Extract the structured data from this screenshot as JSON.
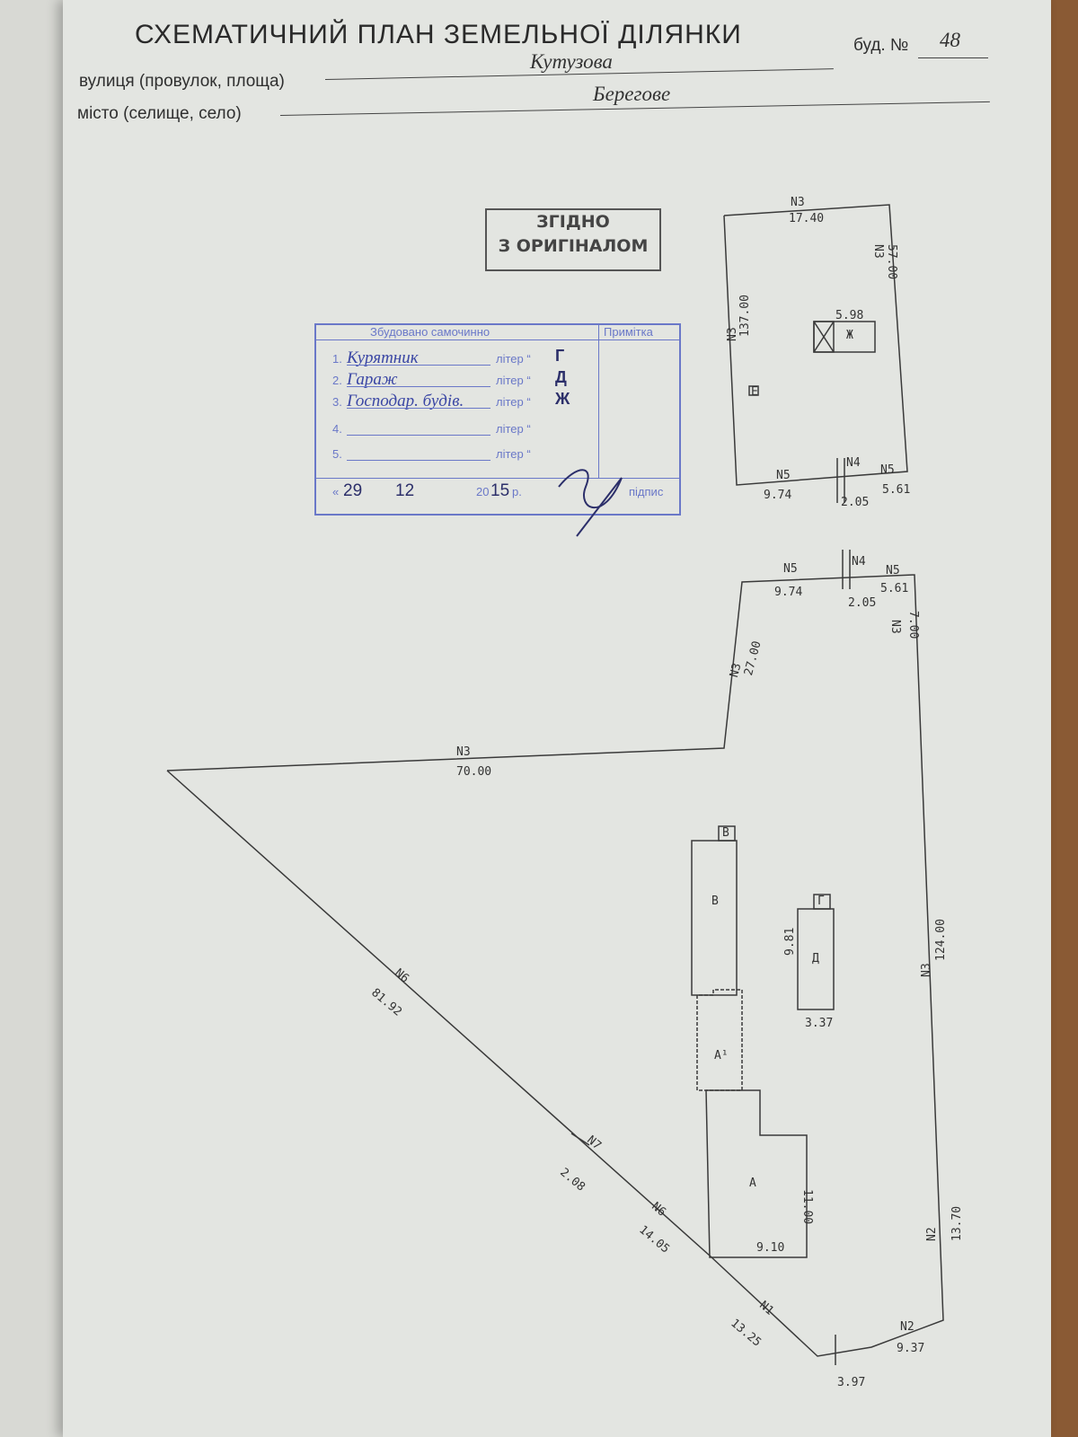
{
  "header": {
    "title": "СХЕМАТИЧНИЙ ПЛАН ЗЕМЕЛЬНОЇ ДІЛЯНКИ",
    "building_label": "буд. №",
    "building_number": "48",
    "street_label": "вулиця (провулок, площа)",
    "street_value": "Кутузова",
    "city_label": "місто (селище, село)",
    "city_value": "Берегове"
  },
  "stamp_original": {
    "line1": "ЗГІДНО",
    "line2": "З ОРИГІНАЛОМ"
  },
  "stamp_buildings": {
    "heading": "Збудовано самочинно",
    "note_heading": "Примітка",
    "rows": [
      {
        "num": "1.",
        "name": "Курятник",
        "litera_label": "літер “",
        "litera": "Г"
      },
      {
        "num": "2.",
        "name": "Гараж",
        "litera_label": "літер “",
        "litera": "Д"
      },
      {
        "num": "3.",
        "name": "Господар. будів.",
        "litera_label": "літер “",
        "litera": "Ж"
      },
      {
        "num": "4.",
        "name": "",
        "litera_label": "літер “",
        "litera": ""
      },
      {
        "num": "5.",
        "name": "",
        "litera_label": "літер “",
        "litera": ""
      }
    ],
    "date_day": "29",
    "date_month": "12",
    "date_year_prefix": "20",
    "date_year_suffix": "15",
    "date_suffix": "р.",
    "signature_label": "підпис"
  },
  "plan_upper": {
    "top": "17.40",
    "top_n": "N3",
    "right": "57.00",
    "right_n": "N3",
    "left": "137.00",
    "left_n": "N3",
    "building_size": "5.98",
    "building_litera": "Ж",
    "marker": "Е",
    "bottom_left": "9.74",
    "bottom_left_n": "N5",
    "bottom_mid": "2.05",
    "bottom_mid_n": "N4",
    "bottom_right": "5.61",
    "bottom_right_n": "N5"
  },
  "plan_lower": {
    "top_left": "9.74",
    "top_left_n": "N5",
    "top_mid": "2.05",
    "top_mid_n": "N4",
    "top_right": "5.61",
    "top_right_n": "N5",
    "right_top": "7.00",
    "right_top_n": "N3",
    "diag_upper": "27.00",
    "diag_upper_n": "N3",
    "long_top": "70.00",
    "long_top_n": "N3",
    "hyp": "81.92",
    "hyp_n": "N6",
    "seg_a": "2.08",
    "seg_a_n": "N7",
    "seg_b": "14.05",
    "seg_b_n": "N6",
    "seg_c": "13.25",
    "seg_c_n": "N1",
    "bottom": "3.97",
    "bottom_r": "9.37",
    "bottom_r_n": "N2",
    "right_low": "13.70",
    "right_low_n": "N2",
    "right_long": "124.00",
    "right_long_n": "N3",
    "bld_v": "В",
    "bld_v_tag": "В",
    "bld_a1": "А¹",
    "bld_a": "А",
    "bld_a_w": "9.10",
    "bld_a_h": "11.00",
    "bld_d": "Д",
    "bld_d_tag": "Г",
    "bld_d_h": "9.81",
    "bld_d_w": "3.37"
  }
}
